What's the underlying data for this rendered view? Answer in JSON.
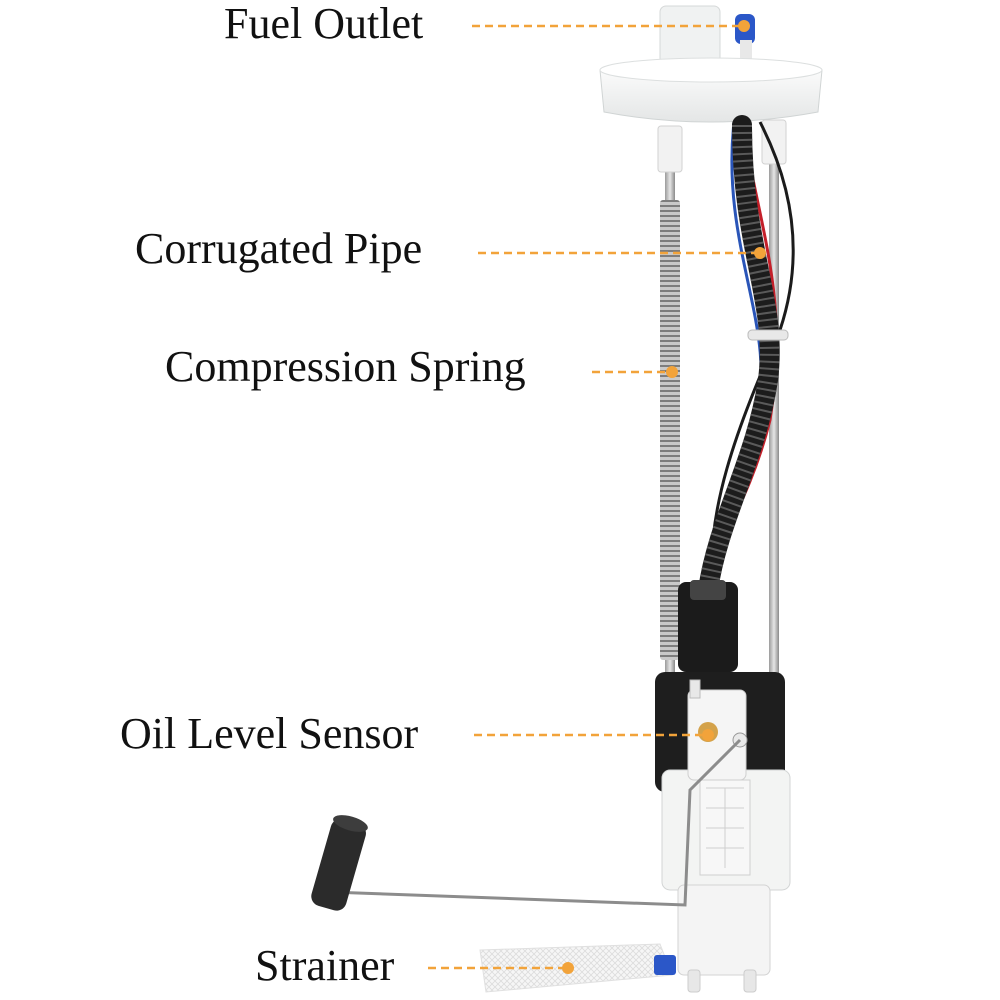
{
  "labels": {
    "fuel_outlet": "Fuel Outlet",
    "corrugated_pipe": "Corrugated Pipe",
    "compression_spring": "Compression Spring",
    "oil_level_sensor": "Oil Level Sensor",
    "strainer": "Strainer"
  },
  "colors": {
    "leader": "#f2a33a",
    "housing": "#f4f5f4",
    "hose": "#1c1c1c",
    "wire_red": "#c4202a",
    "wire_blue": "#2a55b8",
    "float": "#2b2b2b",
    "cap_blue": "#2b57c8"
  }
}
